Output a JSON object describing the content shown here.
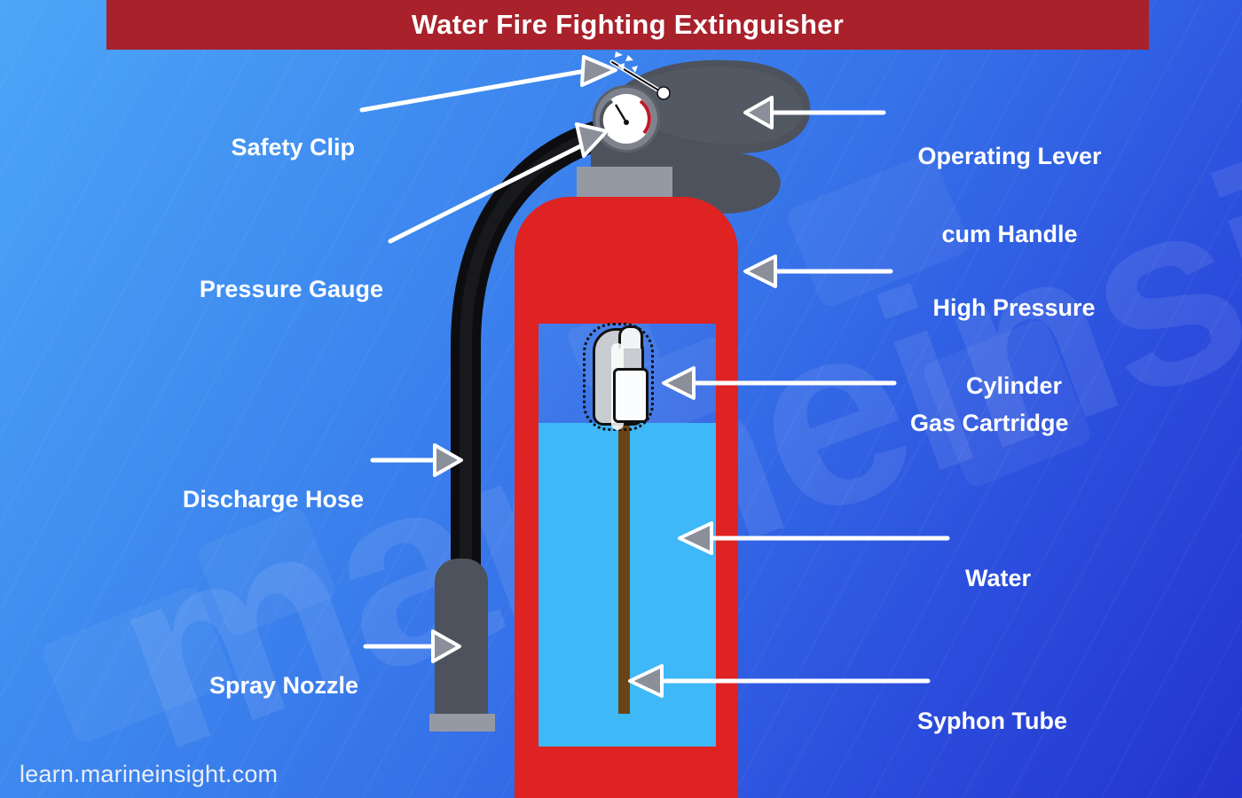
{
  "title": "Water Fire Fighting Extinguisher",
  "footer_url": "learn.marineinsight.com",
  "watermark": "marineinsight",
  "colors": {
    "banner_red": "#a8212b",
    "cylinder_red": "#df2222",
    "water_blue": "#3fb8f7",
    "syphon_brown": "#6b4415",
    "metal_gray": "#4d525c",
    "metal_light_gray": "#9599a3",
    "label_white": "#ffffff",
    "bg_top_left": "#4da6f7",
    "bg_bottom_right": "#2334cd",
    "arrow_fill": "#8a8f99",
    "gauge_red_arc": "#c0182a"
  },
  "labels": {
    "left": [
      {
        "id": "safety-clip",
        "text": "Safety Clip",
        "points_to": "safety clip pin at top of extinguisher"
      },
      {
        "id": "pressure-gauge",
        "text": "Pressure Gauge",
        "points_to": "round gauge dial"
      },
      {
        "id": "discharge-hose",
        "text": "Discharge Hose",
        "points_to": "black curved hose"
      },
      {
        "id": "spray-nozzle",
        "text": "Spray Nozzle",
        "points_to": "gray nozzle at hose end"
      }
    ],
    "right": [
      {
        "id": "operating-lever",
        "line1": "Operating Lever",
        "line2": "cum Handle",
        "points_to": "curved gray lever"
      },
      {
        "id": "high-pressure-cylinder",
        "line1": "High Pressure",
        "line2": "Cylinder",
        "points_to": "red cylinder body"
      },
      {
        "id": "gas-cartridge",
        "line1": "Gas Cartridge",
        "line2": "",
        "points_to": "cartridge inside cylinder"
      },
      {
        "id": "water",
        "line1": "Water",
        "line2": "",
        "points_to": "light blue water volume"
      },
      {
        "id": "syphon-tube",
        "line1": "Syphon Tube",
        "line2": "",
        "points_to": "brown vertical tube"
      }
    ]
  },
  "diagram": {
    "parts": [
      "operating lever cum handle",
      "safety clip",
      "pressure gauge",
      "high pressure cylinder",
      "gas cartridge",
      "water",
      "syphon tube",
      "discharge hose",
      "spray nozzle"
    ]
  }
}
